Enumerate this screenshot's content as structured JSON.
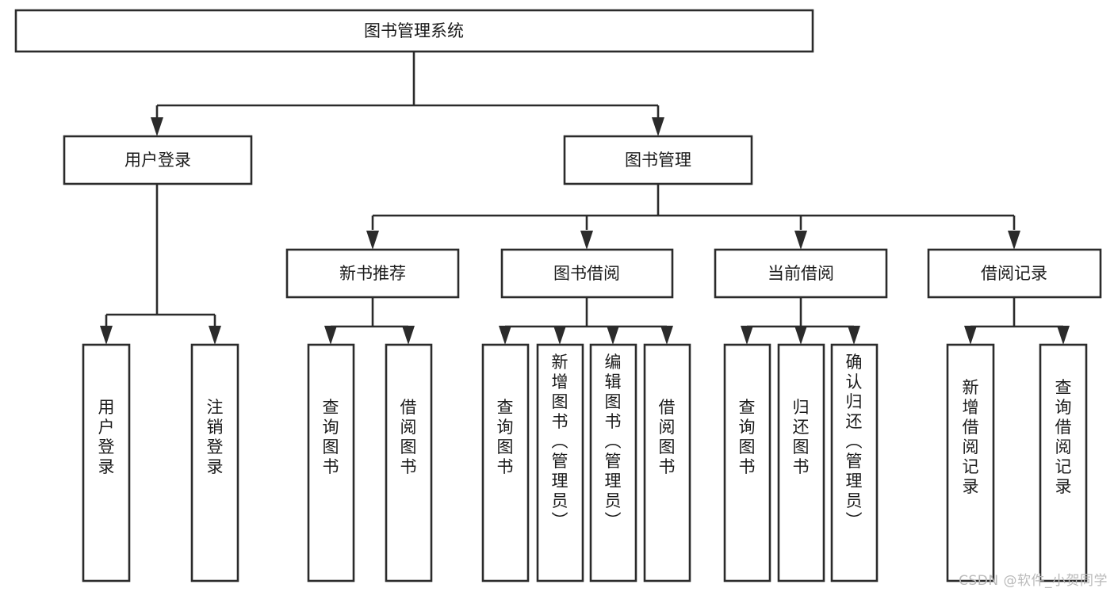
{
  "diagram": {
    "type": "tree",
    "title": "图书管理系统",
    "watermark": "CSDN @软件_小贺同学",
    "colors": {
      "stroke": "#2b2b2b",
      "fill": "#ffffff",
      "text": "#1b1b1b",
      "watermark": "#b9b9b9"
    },
    "levels": {
      "root": {
        "label": "图书管理系统"
      },
      "level2": [
        {
          "label": "用户登录"
        },
        {
          "label": "图书管理"
        }
      ],
      "level3": [
        {
          "label": "新书推荐",
          "parent": "图书管理"
        },
        {
          "label": "图书借阅",
          "parent": "图书管理"
        },
        {
          "label": "当前借阅",
          "parent": "图书管理"
        },
        {
          "label": "借阅记录",
          "parent": "图书管理"
        }
      ],
      "leaves": [
        {
          "label": "用户登录",
          "parent": "用户登录"
        },
        {
          "label": "注销登录",
          "parent": "用户登录"
        },
        {
          "label": "查询图书",
          "parent": "新书推荐"
        },
        {
          "label": "借阅图书",
          "parent": "新书推荐"
        },
        {
          "label": "查询图书",
          "parent": "图书借阅"
        },
        {
          "label": "新增图书（管理员）",
          "parent": "图书借阅"
        },
        {
          "label": "编辑图书（管理员）",
          "parent": "图书借阅"
        },
        {
          "label": "借阅图书",
          "parent": "图书借阅"
        },
        {
          "label": "查询图书",
          "parent": "当前借阅"
        },
        {
          "label": "归还图书",
          "parent": "当前借阅"
        },
        {
          "label": "确认归还（管理员）",
          "parent": "当前借阅"
        },
        {
          "label": "新增借阅记录",
          "parent": "借阅记录"
        },
        {
          "label": "查询借阅记录",
          "parent": "借阅记录"
        }
      ]
    },
    "nodes": {
      "root": {
        "label": "图书管理系统"
      },
      "user_login": {
        "label": "用户登录"
      },
      "book_manage": {
        "label": "图书管理"
      },
      "new_book_rec": {
        "label": "新书推荐"
      },
      "book_borrow": {
        "label": "图书借阅"
      },
      "current_borrow": {
        "label": "当前借阅"
      },
      "borrow_record": {
        "label": "借阅记录"
      },
      "leaf_user_login": {
        "label": "用户登录"
      },
      "leaf_logout": {
        "label": "注销登录"
      },
      "leaf_query_book_a": {
        "label": "查询图书"
      },
      "leaf_borrow_book_a": {
        "label": "借阅图书"
      },
      "leaf_query_book_b": {
        "label": "查询图书"
      },
      "leaf_add_book": {
        "label": "新增图书（管理员）"
      },
      "leaf_edit_book": {
        "label": "编辑图书（管理员）"
      },
      "leaf_borrow_book_b": {
        "label": "借阅图书"
      },
      "leaf_query_book_c": {
        "label": "查询图书"
      },
      "leaf_return_book": {
        "label": "归还图书"
      },
      "leaf_confirm_return": {
        "label": "确认归还（管理员）"
      },
      "leaf_add_record": {
        "label": "新增借阅记录"
      },
      "leaf_query_record": {
        "label": "查询借阅记录"
      }
    }
  }
}
